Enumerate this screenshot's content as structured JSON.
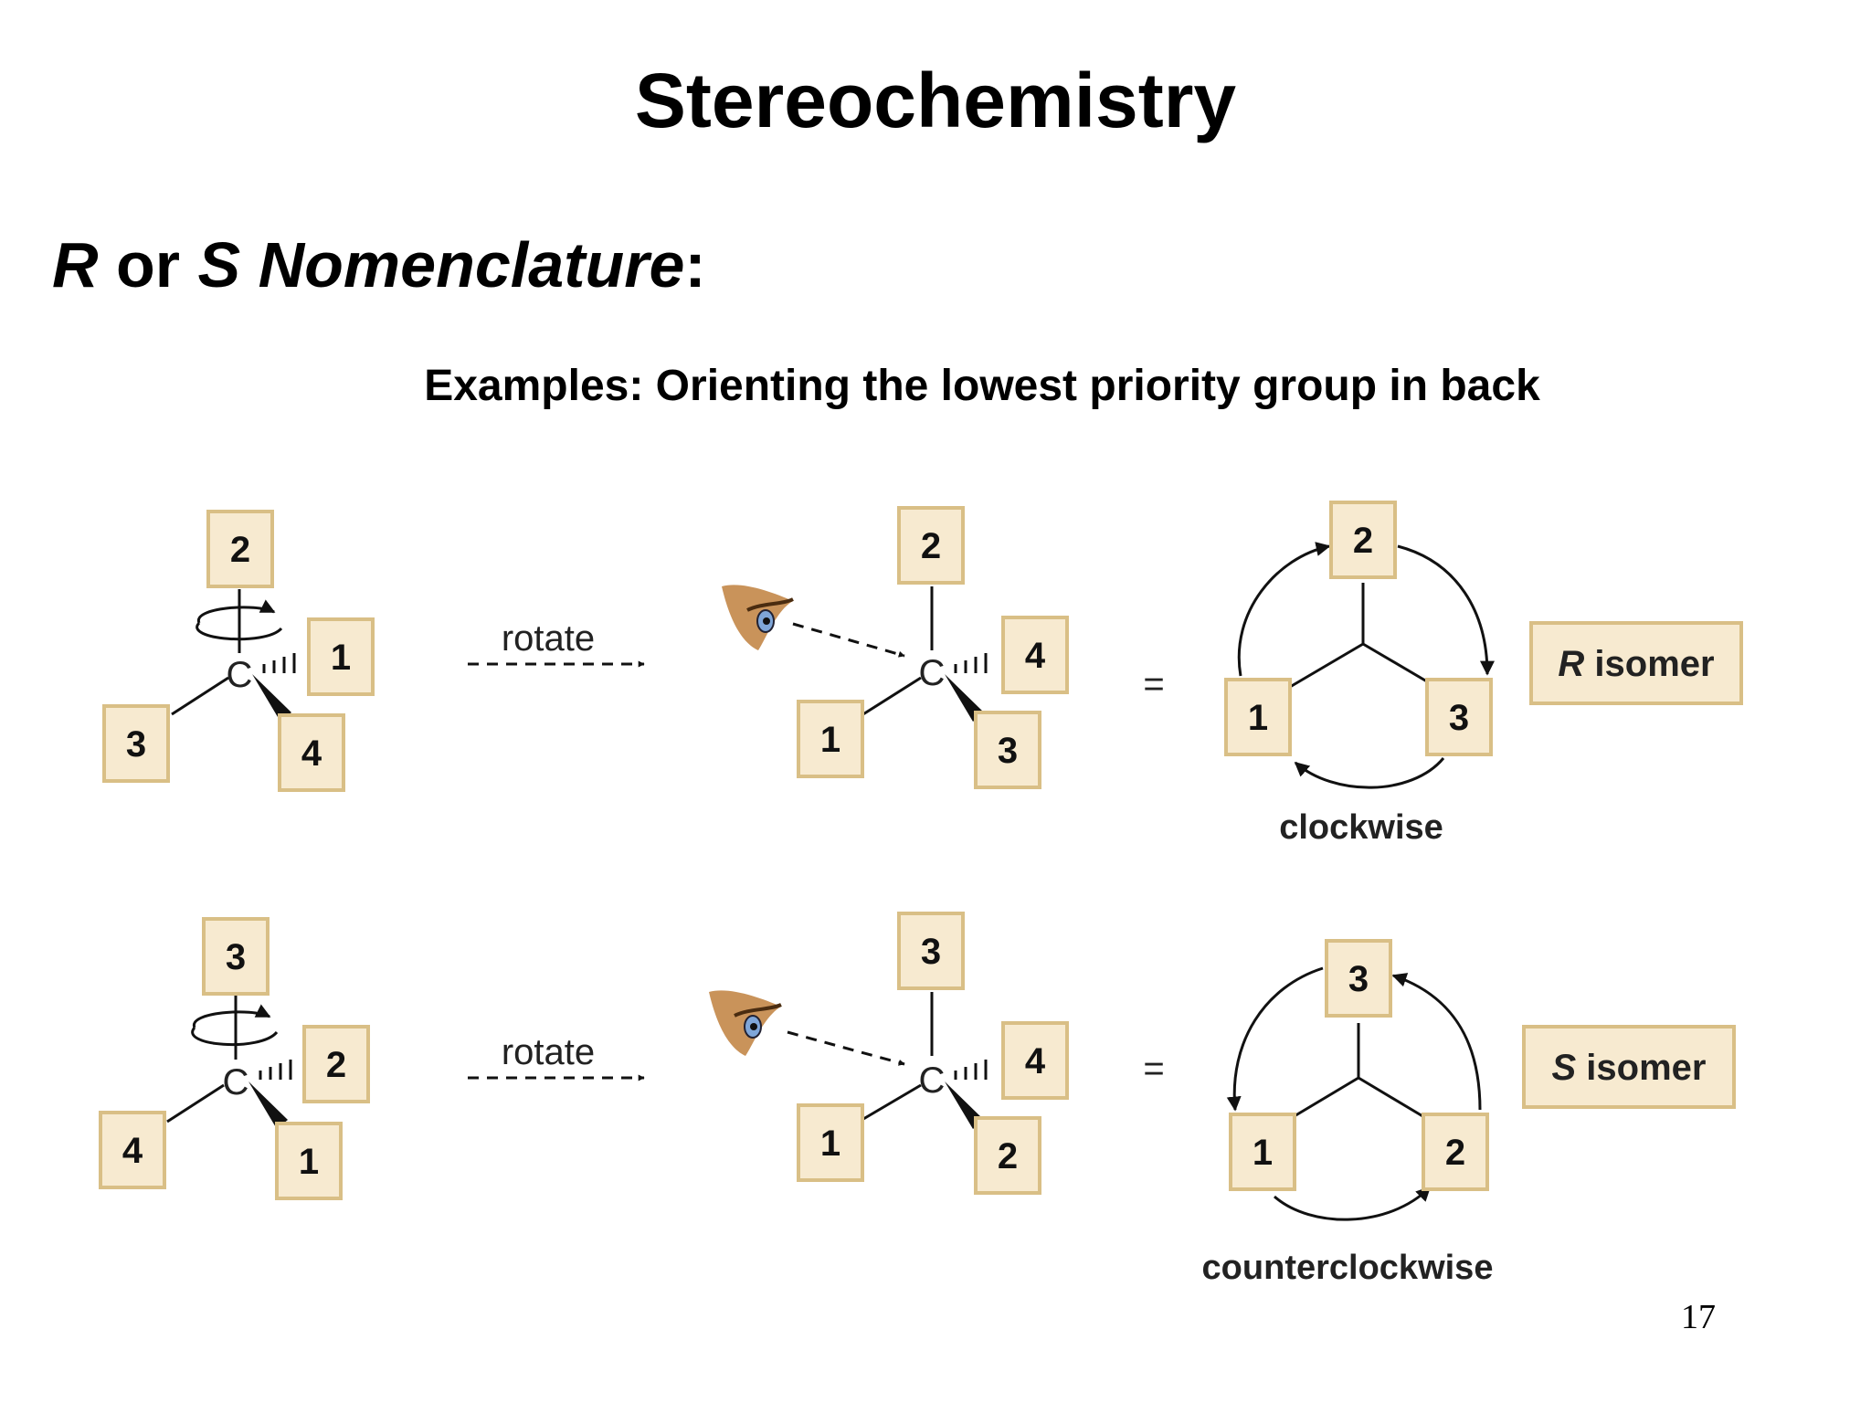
{
  "title": "Stereochemistry",
  "heading": {
    "r": "R",
    "or": " or ",
    "s": "S",
    "nomenclature": " Nomenclature",
    "colon": ":"
  },
  "subtitle": "Examples: Orienting the lowest priority group in back",
  "rows": [
    {
      "start": {
        "top": "2",
        "right": "1",
        "left": "3",
        "wedge": "4"
      },
      "rotate_label": "rotate",
      "rotated": {
        "top": "2",
        "right": "4",
        "left": "1",
        "wedge": "3"
      },
      "equals": "=",
      "newman": {
        "top": "2",
        "left": "1",
        "right": "3"
      },
      "direction": "clockwise",
      "isomer_letter": "R",
      "isomer_word": " isomer"
    },
    {
      "start": {
        "top": "3",
        "right": "2",
        "left": "4",
        "wedge": "1"
      },
      "rotate_label": "rotate",
      "rotated": {
        "top": "3",
        "right": "4",
        "left": "1",
        "wedge": "2"
      },
      "equals": "=",
      "newman": {
        "top": "3",
        "left": "1",
        "right": "2"
      },
      "direction": "counterclockwise",
      "isomer_letter": "S",
      "isomer_word": " isomer"
    }
  ],
  "carbon": "C",
  "eye_icon": "eye-icon",
  "page_number": "17",
  "colors": {
    "box_fill": "#f7ead0",
    "box_border": "#d9bf86",
    "skin": "#c9935a"
  }
}
